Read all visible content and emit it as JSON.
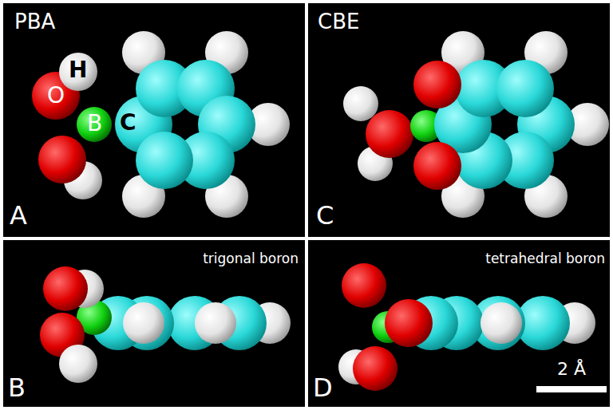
{
  "diagram": {
    "labels": [
      "PBA",
      "H",
      "O",
      "B",
      "C",
      "A",
      "CBE",
      "C",
      "B",
      "trigonal boron",
      "tetrahedral boron",
      "D",
      "2 Å"
    ]
  }
}
